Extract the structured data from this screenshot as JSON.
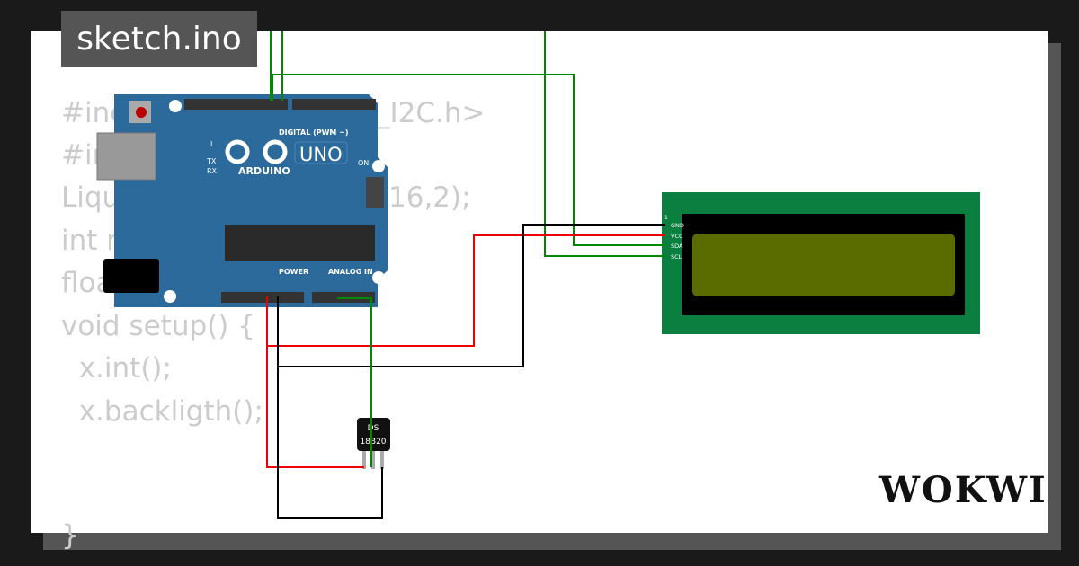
{
  "tab": {
    "title": "sketch.ino"
  },
  "code_fragments": [
    "#inc",
    "_I2C.h>",
    "#in",
    "Liqu",
    "16,2);",
    "int r",
    "floa",
    "void setup() {",
    "  x.int();",
    "  x.backligth();",
    "}"
  ],
  "arduino": {
    "brand": "ARDUINO",
    "model": "UNO",
    "digital_label": "DIGITAL (PWM ~)",
    "power_label": "POWER",
    "analog_label": "ANALOG IN",
    "on_label": "ON",
    "led_labels": [
      "L",
      "TX",
      "RX"
    ]
  },
  "lcd": {
    "pins": [
      "GND",
      "VCC",
      "SDA",
      "SCL"
    ],
    "pin1": "1"
  },
  "sensor": {
    "line1": "DS",
    "line2": "18B20"
  },
  "logo": "WOKWI",
  "colors": {
    "board": "#2c6a9b",
    "lcd": "#0b7f3f",
    "wire_red": "#e00",
    "wire_green": "#080",
    "wire_black": "#000"
  }
}
